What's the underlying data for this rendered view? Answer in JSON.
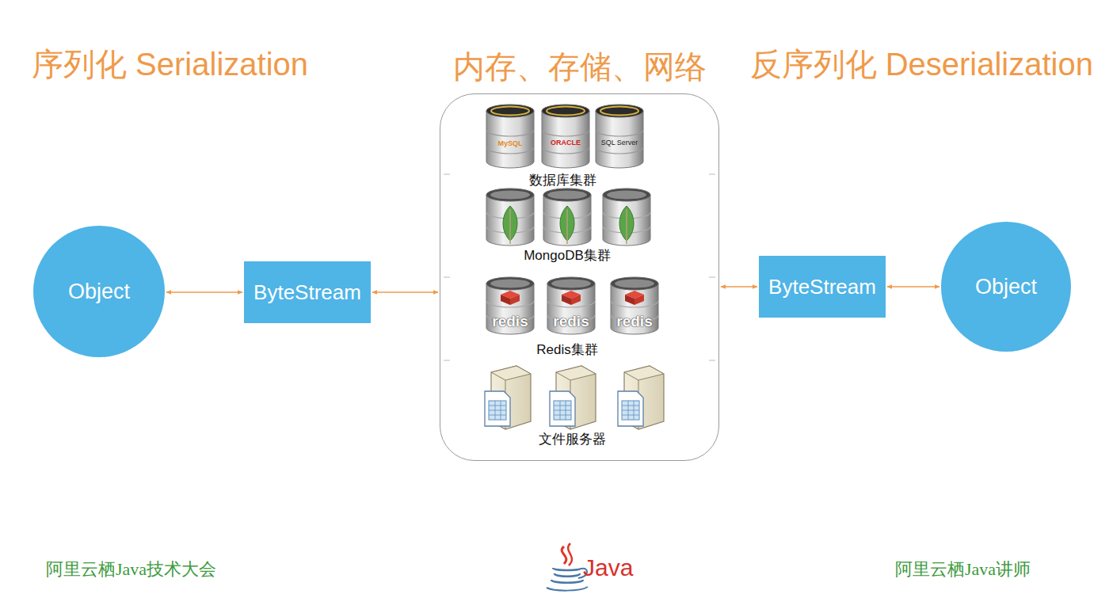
{
  "diagram": {
    "nodes": [
      {
        "text": [
          "Object"
        ]
      },
      {
        "text": [
          "ByteStream"
        ]
      },
      {
        "text": [
          "内存、存储、网络"
        ]
      },
      {
        "text": [
          "ByteStream"
        ]
      },
      {
        "text": [
          "Object"
        ]
      }
    ],
    "edges": [
      {
        "from": 0,
        "to": 1,
        "arrow": "both"
      },
      {
        "from": 1,
        "to": 2,
        "arrow": "both"
      },
      {
        "from": 2,
        "to": 3,
        "arrow": "both"
      },
      {
        "from": 3,
        "to": 4,
        "arrow": "both"
      }
    ],
    "labels": [
      "序列化 Serialization",
      "反序列化 Deserialization",
      "MySQL",
      "ORACLE",
      "SQL Server",
      "数据库集群",
      "MongoDB集群",
      "redis",
      "redis",
      "redis",
      "Redis集群",
      "文件服务器",
      "阿里云栖Java技术大会",
      "Java",
      "阿里云栖Java讲师"
    ]
  }
}
